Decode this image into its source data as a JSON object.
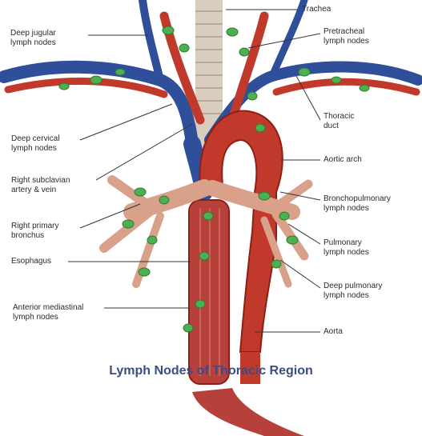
{
  "labels": {
    "trachea": "Trachea",
    "deep_jugular": "Deep jugular\nlymph nodes",
    "pretracheal": "Pretracheal\nlymph nodes",
    "thoracic_duct": "Thoracic\nduct",
    "deep_cervical": "Deep cervical\nlymph nodes",
    "aortic_arch": "Aortic arch",
    "right_subclavian": "Right subclavian\nartery & vein",
    "bronchopulmonary": "Bronchopulmonary\nlymph nodes",
    "right_primary_bronchus": "Right primary\nbronchus",
    "pulmonary_nodes": "Pulmonary\nlymph nodes",
    "esophagus": "Esophagus",
    "deep_pulmonary": "Deep pulmonary\nlymph nodes",
    "anterior_mediastinal": "Anterior mediastinal\nlymph nodes",
    "aorta": "Aorta"
  },
  "caption": "Lymph Nodes of Thoracic Region",
  "colors": {
    "artery": "#c0392b",
    "artery_dark": "#8e1f17",
    "vein": "#2f4f9a",
    "node": "#4caf50",
    "trachea": "#d9cdbf",
    "bronchus": "#d9a08a",
    "caption": "#3b4d86",
    "leader": "#333333"
  }
}
